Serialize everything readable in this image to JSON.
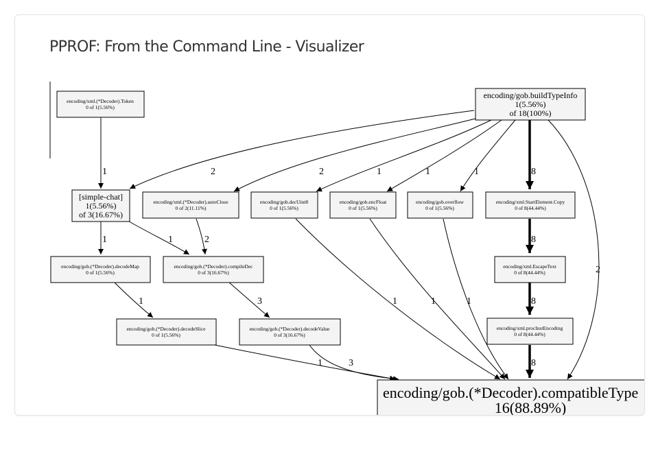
{
  "page": {
    "title": "PPROF: From the Command Line - Visualizer"
  },
  "graph": {
    "nodes": {
      "tokens": {
        "name": "encoding/xml.(*Decoder).Token",
        "stat": "0 of 1(5.56%)"
      },
      "buildTypeInfo": {
        "name": "encoding/gob.buildTypeInfo",
        "flat": "1(5.56%)",
        "cum": "of 18(100%)"
      },
      "simpleChat": {
        "name": "[simple-chat]",
        "flat": "1(5.56%)",
        "cum": "of 3(16.67%)"
      },
      "autoClose": {
        "name": "encoding/xml.(*Decoder).autoClose",
        "stat": "0 of 2(11.11%)"
      },
      "decUint8": {
        "name": "encoding/gob.decUint8",
        "stat": "0 of 1(5.56%)"
      },
      "encFloat": {
        "name": "encoding/gob.encFloat",
        "stat": "0 of 1(5.56%)"
      },
      "overflow": {
        "name": "encoding/gob.overflow",
        "stat": "0 of 1(5.56%)"
      },
      "startElementCopy": {
        "name": "encoding/xml.StartElement.Copy",
        "stat": "0 of 8(44.44%)"
      },
      "decodeMap": {
        "name": "encoding/gob.(*Decoder).decodeMap",
        "stat": "0 of 1(5.56%)"
      },
      "compileDec": {
        "name": "encoding/gob.(*Decoder).compileDec",
        "stat": "0 of 3(16.67%)"
      },
      "escapeText": {
        "name": "encoding/xml.EscapeText",
        "stat": "0 of 8(44.44%)"
      },
      "decodeSlice": {
        "name": "encoding/gob.(*Decoder).decodeSlice",
        "stat": "0 of 1(5.56%)"
      },
      "decodeValue": {
        "name": "encoding/gob.(*Decoder).decodeValue",
        "stat": "0 of 3(16.67%)"
      },
      "procInstEncoding": {
        "name": "encoding/xml.procInstEncoding",
        "stat": "0 of 8(44.44%)"
      },
      "compatibleType": {
        "name": "encoding/gob.(*Decoder).compatibleType",
        "flat": "16(88.89%)"
      }
    },
    "edges": {
      "tokens_simpleChat": "1",
      "build_simpleChat": "2",
      "build_autoClose": "2",
      "build_decUint8": "1",
      "build_encFloat": "1",
      "build_overflow": "1",
      "build_copy": "8",
      "build_compatible": "2",
      "simpleChat_decodeMap": "1",
      "simpleChat_compileDec": "1",
      "autoClose_compileDec": "2",
      "copy_escape": "8",
      "decodeMap_decodeSlice": "1",
      "compileDec_decodeValue": "3",
      "escape_procInst": "8",
      "decUint8_compatible": "1",
      "encFloat_compatible": "1",
      "overflow_compatible": "1",
      "decodeSlice_compatible": "1",
      "decodeValue_compatible": "3",
      "procInst_compatible": "8"
    }
  }
}
